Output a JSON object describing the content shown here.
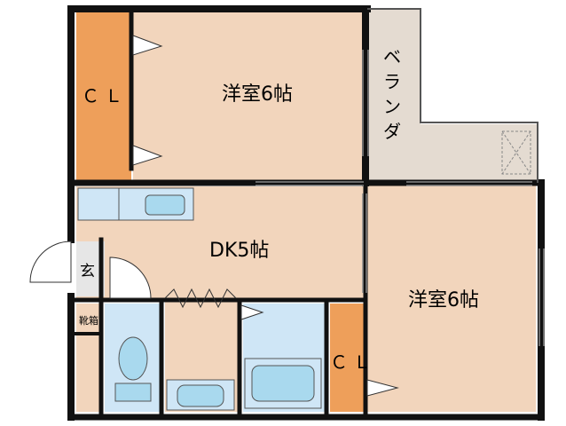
{
  "plan": {
    "rooms": {
      "western_room_1": {
        "label": "洋室6帖"
      },
      "western_room_2": {
        "label": "洋室6帖"
      },
      "dining_kitchen": {
        "label": "DK5帖"
      },
      "closet_1": {
        "label": "ＣＬ"
      },
      "closet_2": {
        "label": "ＣＬ"
      },
      "entrance": {
        "label": "玄"
      },
      "shoe_box": {
        "label": "靴箱"
      },
      "veranda": {
        "label": "ベランダ"
      }
    },
    "colors": {
      "room_fill": "#f2d5bc",
      "closet_fill": "#ee9f5a",
      "veranda_fill": "#e4dbd1",
      "wet_area_fill": "#cfe6f6",
      "fixture_fill": "#a9d9ee",
      "entrance_fill": "#e6e6e6",
      "wall": "#111111"
    }
  }
}
